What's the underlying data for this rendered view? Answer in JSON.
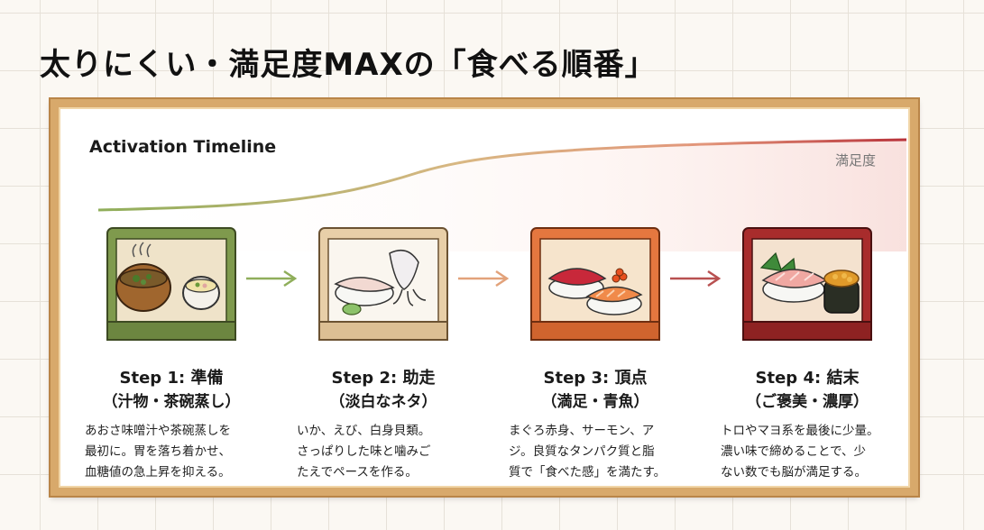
{
  "title": "太りにくい・満足度MAXの「食べる順番」",
  "timeline": {
    "label": "Activation Timeline",
    "axis_label": "満足度"
  },
  "steps": [
    {
      "title": "Step 1: 準備",
      "subtitle": "（汁物・茶碗蒸し）",
      "desc": [
        "あおさ味噌汁や茶碗蒸しを",
        "最初に。胃を落ち着かせ、",
        "血糖値の急上昇を抑える。"
      ],
      "color": "#7f9a4d"
    },
    {
      "title": "Step 2: 助走",
      "subtitle": "（淡白なネタ）",
      "desc": [
        "いか、えび、白身貝類。",
        "さっぱりした味と噛みご",
        "たえでペースを作る。"
      ],
      "color": "#e8cfa8"
    },
    {
      "title": "Step 3: 頂点",
      "subtitle": "（満足・青魚）",
      "desc": [
        "まぐろ赤身、サーモン、ア",
        "ジ。良質なタンパク質と脂",
        "質で「食べた感」を満たす。"
      ],
      "color": "#e5773f"
    },
    {
      "title": "Step 4: 結末",
      "subtitle": "（ご褒美・濃厚）",
      "desc": [
        "トロやマヨ系を最後に少量。",
        "濃い味で締めることで、少",
        "ない数でも脳が満足する。"
      ],
      "color": "#a82c2c"
    }
  ],
  "icons": [
    "soup-bowl-icon",
    "squid-sushi-icon",
    "tuna-salmon-sushi-icon",
    "toro-uni-sushi-icon",
    "arrow-right-icon"
  ]
}
